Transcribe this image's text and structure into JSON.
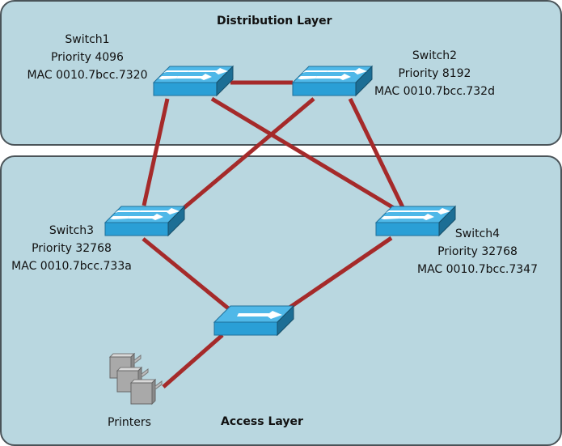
{
  "layers": {
    "distribution": {
      "title": "Distribution Layer"
    },
    "access": {
      "title": "Access Layer"
    }
  },
  "switches": [
    {
      "id": "sw1",
      "name": "Switch1",
      "priority": "Priority 4096",
      "mac": "MAC 0010.7bcc.7320"
    },
    {
      "id": "sw2",
      "name": "Switch2",
      "priority": "Priority 8192",
      "mac": "MAC 0010.7bcc.732d"
    },
    {
      "id": "sw3",
      "name": "Switch3",
      "priority": "Priority 32768",
      "mac": "MAC 0010.7bcc.733a"
    },
    {
      "id": "sw4",
      "name": "Switch4",
      "priority": "Priority 32768",
      "mac": "MAC 0010.7bcc.7347"
    }
  ],
  "hub": {
    "id": "hub"
  },
  "printers": {
    "label": "Printers"
  },
  "links": [
    [
      "sw1",
      "sw2"
    ],
    [
      "sw1",
      "sw3"
    ],
    [
      "sw1",
      "sw4"
    ],
    [
      "sw2",
      "sw3"
    ],
    [
      "sw2",
      "sw4"
    ],
    [
      "sw3",
      "hub"
    ],
    [
      "sw4",
      "hub"
    ],
    [
      "hub",
      "printers"
    ]
  ],
  "colors": {
    "link": "#a52a2a",
    "layer_fill": "#b9d7e0",
    "device": "#2a9fd6"
  }
}
